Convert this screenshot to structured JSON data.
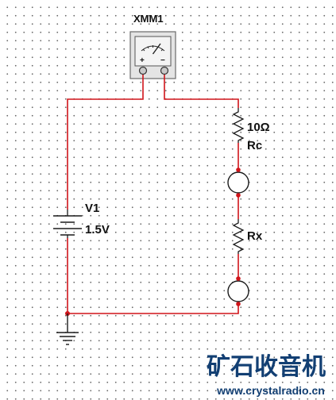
{
  "meter": {
    "label": "XMM1",
    "plus": "+",
    "minus": "−"
  },
  "source": {
    "name": "V1",
    "value": "1.5V"
  },
  "resistors": [
    {
      "value": "10Ω",
      "name": "Rc"
    },
    {
      "name": "Rx"
    }
  ],
  "watermark": {
    "title": "矿石收音机",
    "url": "www.crystalradio.cn"
  },
  "colors": {
    "wire": "#d0141a",
    "component": "#1a1a1a",
    "watermark": "#123f73"
  }
}
